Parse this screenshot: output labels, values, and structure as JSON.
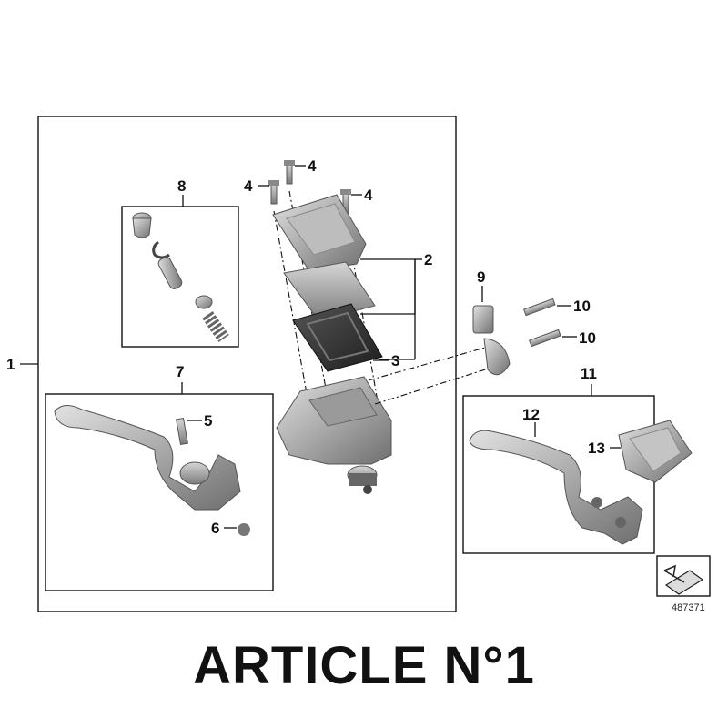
{
  "diagram": {
    "labels": {
      "l1": "1",
      "l2": "2",
      "l3": "3",
      "l4a": "4",
      "l4b": "4",
      "l4c": "4",
      "l5": "5",
      "l6": "6",
      "l7": "7",
      "l8": "8",
      "l9": "9",
      "l10a": "10",
      "l10b": "10",
      "l11": "11",
      "l12": "12",
      "l13": "13"
    },
    "diagram_id": "487371"
  },
  "caption": "ARTICLE N°1"
}
